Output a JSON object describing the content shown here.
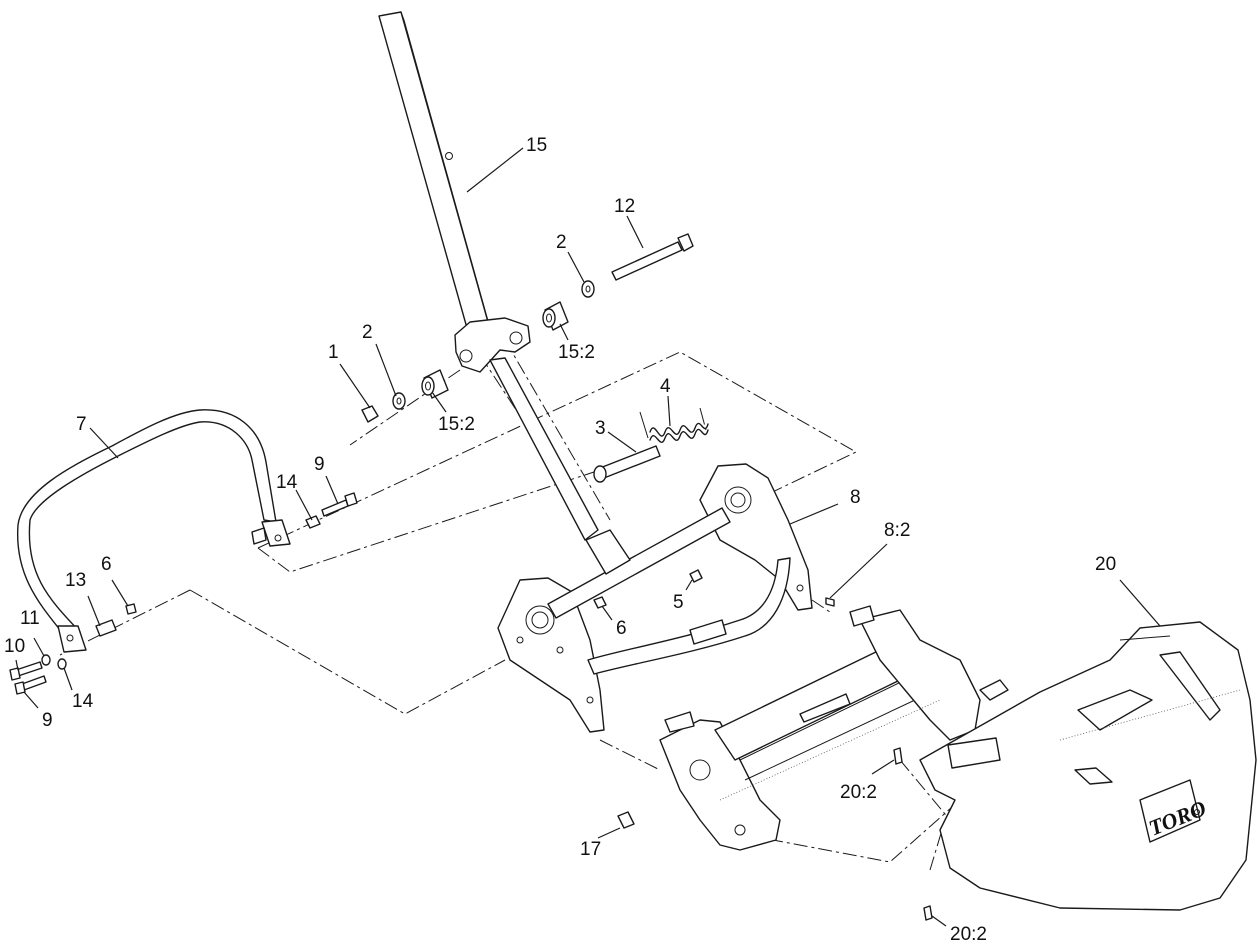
{
  "callouts": [
    {
      "id": "c15",
      "label": "15"
    },
    {
      "id": "c12",
      "label": "12"
    },
    {
      "id": "c2a",
      "label": "2"
    },
    {
      "id": "c152a",
      "label": "15:2"
    },
    {
      "id": "c1",
      "label": "1"
    },
    {
      "id": "c2b",
      "label": "2"
    },
    {
      "id": "c152b",
      "label": "15:2"
    },
    {
      "id": "c4",
      "label": "4"
    },
    {
      "id": "c3",
      "label": "3"
    },
    {
      "id": "c7",
      "label": "7"
    },
    {
      "id": "c9a",
      "label": "9"
    },
    {
      "id": "c14a",
      "label": "14"
    },
    {
      "id": "c8",
      "label": "8"
    },
    {
      "id": "c82",
      "label": "8:2"
    },
    {
      "id": "c20",
      "label": "20"
    },
    {
      "id": "c6a",
      "label": "6"
    },
    {
      "id": "c13",
      "label": "13"
    },
    {
      "id": "c5",
      "label": "5"
    },
    {
      "id": "c6b",
      "label": "6"
    },
    {
      "id": "c11",
      "label": "11"
    },
    {
      "id": "c10",
      "label": "10"
    },
    {
      "id": "c14b",
      "label": "14"
    },
    {
      "id": "c9b",
      "label": "9"
    },
    {
      "id": "c202a",
      "label": "20:2"
    },
    {
      "id": "c17",
      "label": "17"
    },
    {
      "id": "c202b",
      "label": "20:2"
    }
  ],
  "logo_text": "TORO"
}
